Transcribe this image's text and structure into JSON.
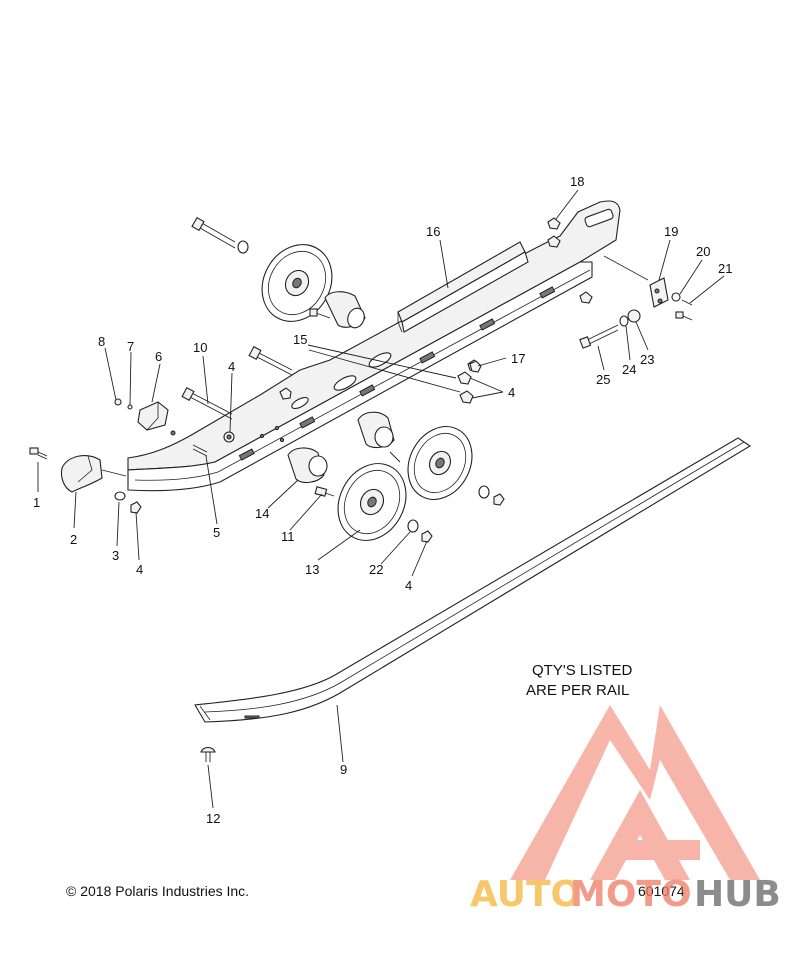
{
  "diagram": {
    "note_lines": [
      "QTY'S LISTED",
      "ARE PER RAIL"
    ],
    "copyright": "© 2018 Polaris Industries Inc.",
    "figure_number": "601074",
    "callouts": {
      "c1": "1",
      "c2": "2",
      "c3": "3",
      "c4a": "4",
      "c4b": "4",
      "c4c": "4",
      "c4d": "4",
      "c5": "5",
      "c6": "6",
      "c7": "7",
      "c8": "8",
      "c9": "9",
      "c10": "10",
      "c11": "11",
      "c12": "12",
      "c13": "13",
      "c14": "14",
      "c15": "15",
      "c16": "16",
      "c17": "17",
      "c18": "18",
      "c19": "19",
      "c20": "20",
      "c21": "21",
      "c22": "22",
      "c23": "23",
      "c24": "24",
      "c25": "25"
    }
  },
  "watermark": {
    "brand_part1": "AUTO",
    "brand_part2": "MOTO",
    "brand_part3": "HUB",
    "color_primary": "#f07a62",
    "color_secondary": "#f5b63a",
    "color_dark": "#666666"
  }
}
